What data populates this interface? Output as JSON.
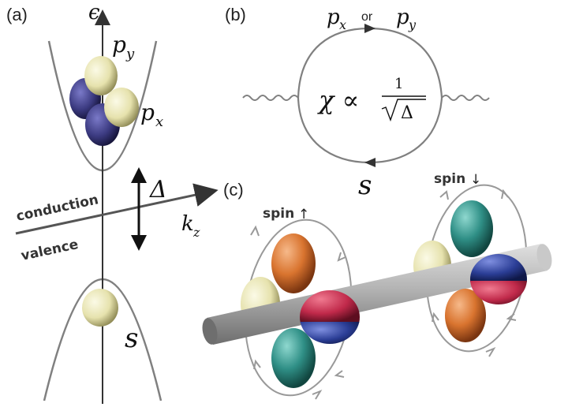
{
  "panels": {
    "a": {
      "tag": "(a)",
      "energy_axis": "ϵ",
      "orbital_py": "p",
      "orbital_py_sub": "y",
      "orbital_px": "p",
      "orbital_px_sub": "x",
      "gap_symbol": "Δ",
      "kz_axis": "k",
      "kz_sub": "z",
      "conduction_label": "conduction",
      "valence_label": "valence",
      "orbital_s": "s"
    },
    "b": {
      "tag": "(b)",
      "top_px": "p",
      "top_px_sub": "x",
      "or_word": "or",
      "top_py": "p",
      "top_py_sub": "y",
      "chi": "χ ∝",
      "frac_num": "1",
      "frac_den": "Δ",
      "bottom_s": "s"
    },
    "c": {
      "tag": "(c)",
      "spin_up_label": "spin",
      "spin_up_arrow": "↑",
      "spin_down_label": "spin",
      "spin_down_arrow": "↓"
    }
  },
  "colors": {
    "line": "#808080",
    "axis": "#444444",
    "yellow_orbital": "#e6e2ad",
    "navy_orbital": "#3b3a80",
    "orange_orbital": "#d9742f",
    "teal_orbital": "#2f8f86",
    "red_orbital": "#c0294a",
    "blue_orbital": "#2b3e96",
    "rod": "#b3b3b3"
  }
}
